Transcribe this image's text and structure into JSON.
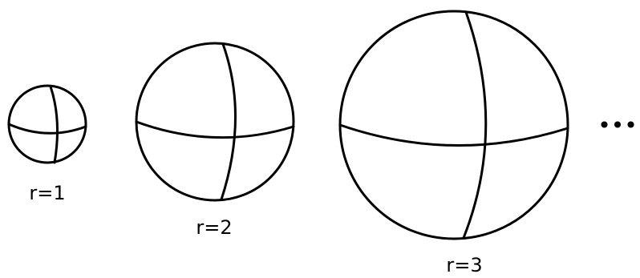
{
  "spheres": [
    {
      "label": "r=1"
    },
    {
      "label": "r=2"
    },
    {
      "label": "r=3"
    }
  ],
  "continuation": "•••",
  "colors": {
    "stroke": "#000000",
    "background": "#ffffff"
  }
}
